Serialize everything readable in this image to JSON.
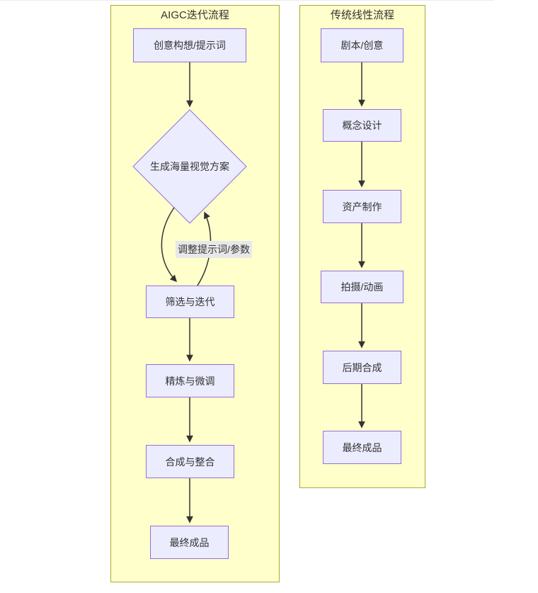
{
  "colors": {
    "panel_background": "#ffffcc",
    "panel_border": "#aaaa33",
    "node_background": "#ececff",
    "node_border": "#9370db",
    "text": "#333333",
    "arrow": "#333333",
    "edge_label_background": "#e8e8e8"
  },
  "left_panel": {
    "title": "AIGC迭代流程",
    "nodes": {
      "idea": "创意构想/提示词",
      "generate": "生成海量视觉方案",
      "filter": "筛选与迭代",
      "refine": "精炼与微调",
      "compose": "合成与整合",
      "final": "最终成品"
    },
    "loop_label": "调整提示词/参数"
  },
  "right_panel": {
    "title": "传统线性流程",
    "nodes": {
      "script": "剧本/创意",
      "concept": "概念设计",
      "asset": "资产制作",
      "shoot": "拍摄/动画",
      "post": "后期合成",
      "final": "最终成品"
    }
  }
}
